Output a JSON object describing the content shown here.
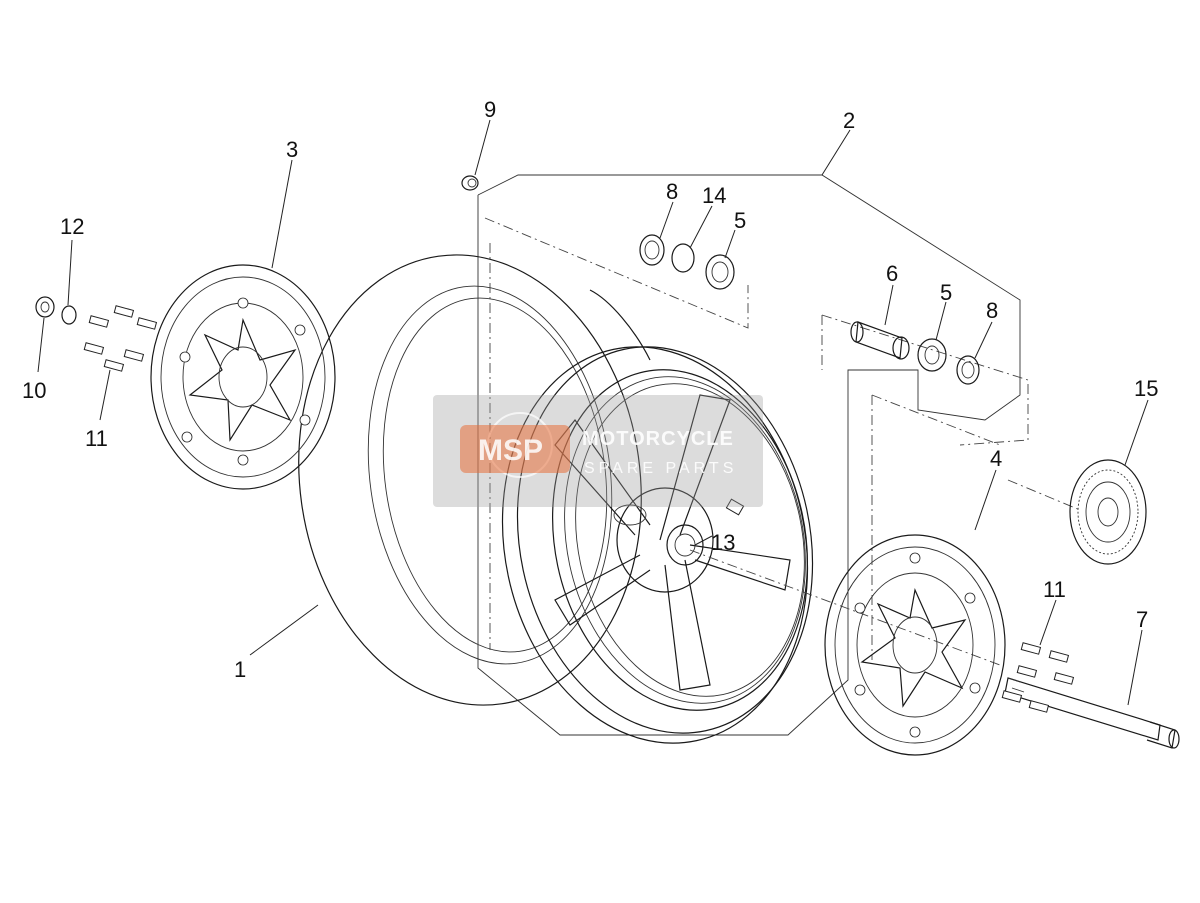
{
  "callouts": [
    {
      "id": "1",
      "label": "1"
    },
    {
      "id": "2",
      "label": "2"
    },
    {
      "id": "3",
      "label": "3"
    },
    {
      "id": "4",
      "label": "4"
    },
    {
      "id": "5a",
      "label": "5"
    },
    {
      "id": "5b",
      "label": "5"
    },
    {
      "id": "6",
      "label": "6"
    },
    {
      "id": "7",
      "label": "7"
    },
    {
      "id": "8a",
      "label": "8"
    },
    {
      "id": "8b",
      "label": "8"
    },
    {
      "id": "9",
      "label": "9"
    },
    {
      "id": "10",
      "label": "10"
    },
    {
      "id": "11a",
      "label": "11"
    },
    {
      "id": "11b",
      "label": "11"
    },
    {
      "id": "12",
      "label": "12"
    },
    {
      "id": "13",
      "label": "13"
    },
    {
      "id": "14",
      "label": "14"
    },
    {
      "id": "15",
      "label": "15"
    }
  ],
  "watermark": {
    "logo_text": "MSP",
    "line1": "MOTORCYCLE",
    "line2": "SPARE PARTS",
    "logo_color": "#e8703a"
  }
}
